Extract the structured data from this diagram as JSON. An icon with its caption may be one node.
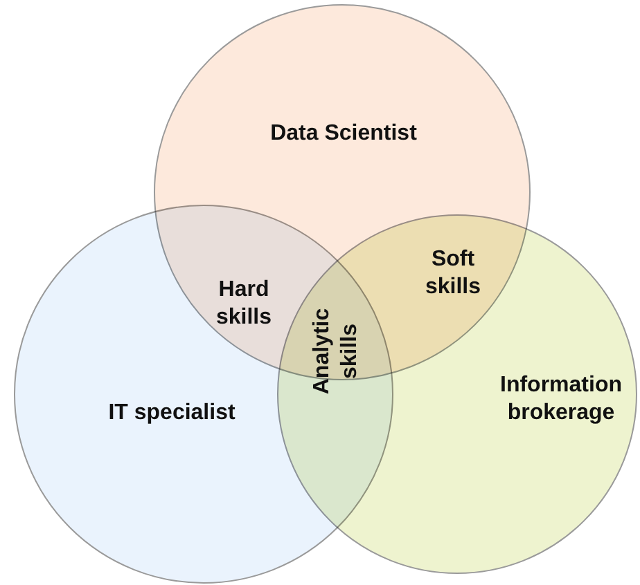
{
  "diagram": {
    "nodes": [
      {
        "text": [
          "Data Scientist"
        ]
      },
      {
        "text": [
          "IT specialist"
        ]
      },
      {
        "text": [
          "Information brokerage"
        ]
      }
    ],
    "labels": [
      "Hard skills",
      "Soft skills",
      "Analytic skills"
    ]
  }
}
